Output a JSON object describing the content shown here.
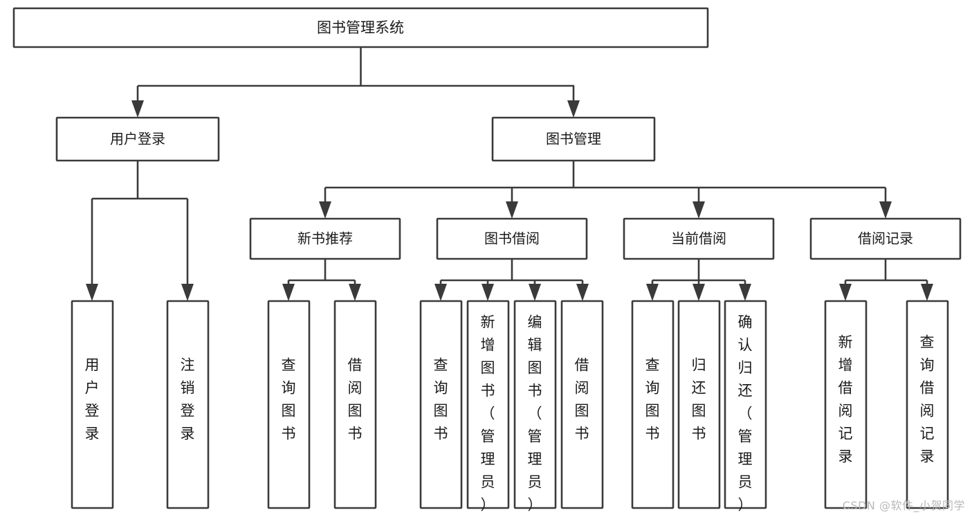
{
  "diagram": {
    "type": "tree-hierarchy",
    "title": "图书管理系统",
    "orientation": "top-down",
    "colors": {
      "box_stroke": "#3a3a3a",
      "box_fill": "#ffffff",
      "text": "#1a1a1a",
      "connector": "#3a3a3a",
      "watermark": "#b9b9b9",
      "background": "#ffffff"
    },
    "root": {
      "label": "图书管理系统"
    },
    "level2": [
      {
        "id": "user-login",
        "label": "用户登录"
      },
      {
        "id": "book-management",
        "label": "图书管理"
      }
    ],
    "level3": [
      {
        "id": "new-book-recommend",
        "label": "新书推荐",
        "parent": "book-management"
      },
      {
        "id": "book-borrow",
        "label": "图书借阅",
        "parent": "book-management"
      },
      {
        "id": "current-borrow",
        "label": "当前借阅",
        "parent": "book-management"
      },
      {
        "id": "borrow-record",
        "label": "借阅记录",
        "parent": "book-management"
      }
    ],
    "leaves": [
      {
        "id": "leaf-user-login",
        "label": "用户登录",
        "parent": "user-login"
      },
      {
        "id": "leaf-logout-login",
        "label": "注销登录",
        "parent": "user-login"
      },
      {
        "id": "leaf-query-book-1",
        "label": "查询图书",
        "parent": "new-book-recommend"
      },
      {
        "id": "leaf-borrow-book-1",
        "label": "借阅图书",
        "parent": "new-book-recommend"
      },
      {
        "id": "leaf-query-book-2",
        "label": "查询图书",
        "parent": "book-borrow"
      },
      {
        "id": "leaf-add-book",
        "label": "新增图书（管理员）",
        "parent": "book-borrow"
      },
      {
        "id": "leaf-edit-book",
        "label": "编辑图书（管理员）",
        "parent": "book-borrow"
      },
      {
        "id": "leaf-borrow-book-2",
        "label": "借阅图书",
        "parent": "book-borrow"
      },
      {
        "id": "leaf-query-book-3",
        "label": "查询图书",
        "parent": "current-borrow"
      },
      {
        "id": "leaf-return-book",
        "label": "归还图书",
        "parent": "current-borrow"
      },
      {
        "id": "leaf-confirm-return",
        "label": "确认归还（管理员）",
        "parent": "current-borrow"
      },
      {
        "id": "leaf-add-record",
        "label": "新增借阅记录",
        "parent": "borrow-record"
      },
      {
        "id": "leaf-query-record",
        "label": "查询借阅记录",
        "parent": "borrow-record"
      }
    ]
  },
  "watermark": {
    "text": "CSDN @软件_小贺同学"
  }
}
